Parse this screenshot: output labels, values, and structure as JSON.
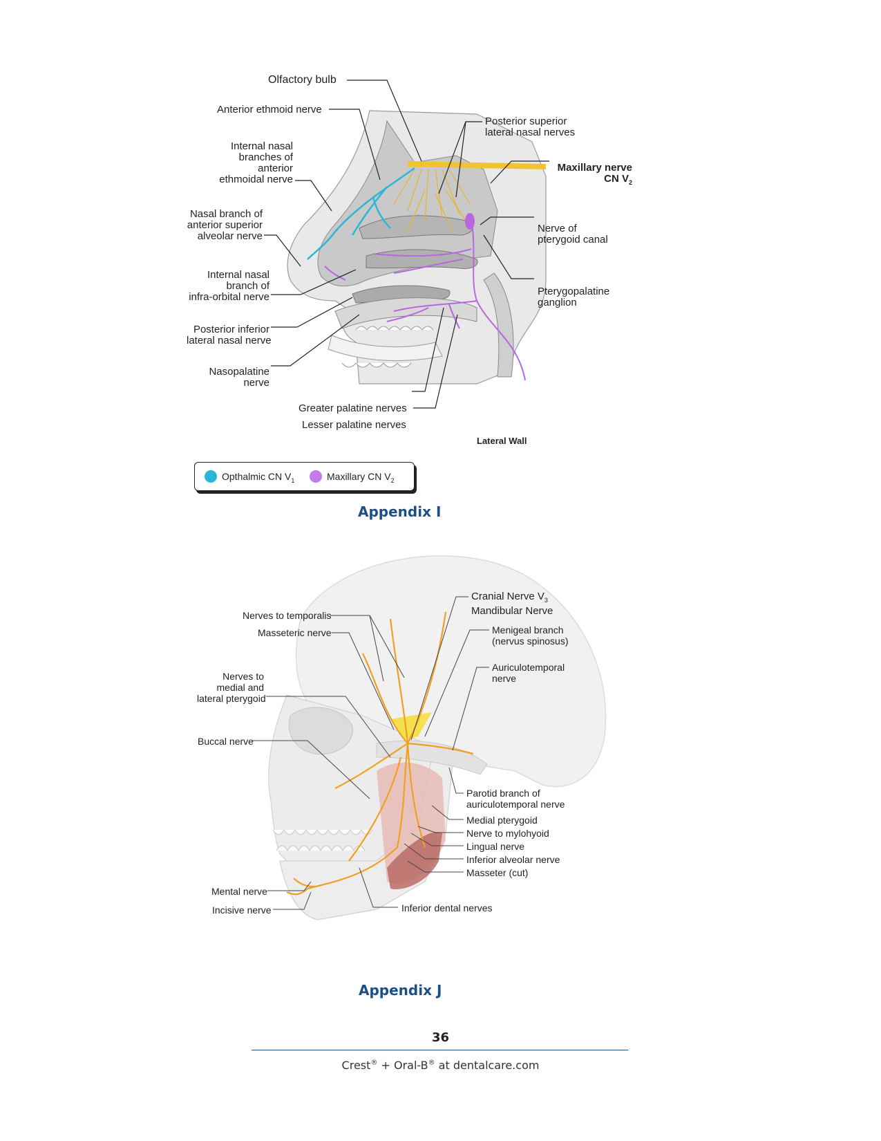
{
  "appendix_i": {
    "labels": {
      "olfactory_bulb": "Olfactory bulb",
      "anterior_ethmoid_nerve": "Anterior ethmoid nerve",
      "internal_nasal_branches": [
        "Internal nasal",
        "branches of",
        "anterior",
        "ethmoidal nerve"
      ],
      "nasal_branch_asa": [
        "Nasal branch of",
        "anterior superior",
        "alveolar nerve"
      ],
      "internal_nasal_infraorbital": [
        "Internal nasal",
        "branch of",
        "infra-orbital nerve"
      ],
      "posterior_inferior_lateral": [
        "Posterior inferior",
        "lateral nasal nerve"
      ],
      "nasopalatine": [
        "Nasopalatine",
        "nerve"
      ],
      "greater_palatine": "Greater palatine nerves",
      "lesser_palatine": "Lesser palatine nerves",
      "posterior_superior_lateral": [
        "Posterior superior",
        "lateral nasal nerves"
      ],
      "maxillary_nerve": "Maxillary nerve",
      "maxillary_cn": "CN V",
      "maxillary_cn_sub": "2",
      "nerve_pterygoid_canal": [
        "Nerve of",
        "pterygoid canal"
      ],
      "pterygopalatine_ganglion": [
        "Pterygopalatine",
        "ganglion"
      ],
      "lateral_wall": "Lateral Wall"
    },
    "legend": {
      "ophthalmic": "Opthalmic CN V",
      "ophthalmic_sub": "1",
      "ophthalmic_color": "#2bb5d8",
      "maxillary": "Maxillary CN V",
      "maxillary_sub": "2",
      "maxillary_color": "#c07be8"
    },
    "caption": "Appendix I"
  },
  "appendix_j": {
    "labels": {
      "cranial_nerve": "Cranial Nerve V",
      "cranial_nerve_sub": "3",
      "mandibular_nerve": "Mandibular Nerve",
      "nerves_temporalis": "Nerves to temporalis",
      "masseteric_nerve": "Masseteric nerve",
      "meningeal_branch": [
        "Menigeal branch",
        "(nervus spinosus)"
      ],
      "auriculotemporal": [
        "Auriculotemporal",
        "nerve"
      ],
      "nerves_pterygoid": [
        "Nerves to",
        "medial and",
        "lateral pterygoid"
      ],
      "buccal_nerve": "Buccal nerve",
      "parotid_branch": [
        "Parotid branch of",
        "auriculotemporal nerve"
      ],
      "medial_pterygoid": "Medial pterygoid",
      "nerve_mylohyoid": "Nerve to mylohyoid",
      "lingual_nerve": "Lingual nerve",
      "inferior_alveolar": "Inferior alveolar nerve",
      "masseter_cut": "Masseter (cut)",
      "mental_nerve": "Mental nerve",
      "incisive_nerve": "Incisive nerve",
      "inferior_dental": "Inferior dental nerves"
    },
    "caption": "Appendix J"
  },
  "page_number": "36",
  "footer": {
    "crest": "Crest",
    "plus": " + Oral-B",
    "rest": " at dentalcare.com",
    "reg": "®"
  }
}
